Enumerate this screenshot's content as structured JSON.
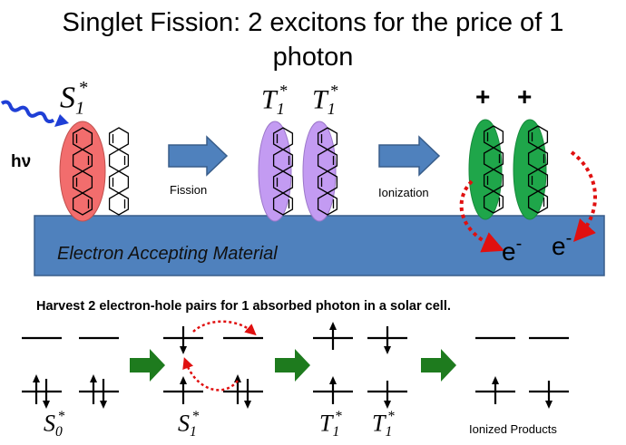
{
  "title_line1": "Singlet Fission:  2 excitons for the price of 1",
  "title_line2": "photon",
  "top": {
    "hv": "hν",
    "s1_letter": "S",
    "s1_sub": "1",
    "s1_sup": "*",
    "t1_letter": "T",
    "t1_sub": "1",
    "t1_sup": "*",
    "fission": "Fission",
    "ionization": "Ionization",
    "plus": "+",
    "electron": "e",
    "minus": "-",
    "electron_material": "Electron Accepting Material"
  },
  "caption": "Harvest 2 electron-hole pairs for 1 absorbed photon in a solar cell.",
  "bottom": {
    "s0_letter": "S",
    "s0_sub": "0",
    "star": "*",
    "s1_letter": "S",
    "s1_sub": "1",
    "t1_letter": "T",
    "t1_sub": "1",
    "ionized_products": "Ionized Products"
  },
  "colors": {
    "singlet_fill": "#f26d6d",
    "triplet_fill": "#c39bf2",
    "ionized_fill": "#1fa64a",
    "process_arrow": "#4f81bd",
    "energy_arrow": "#1e7b1e",
    "electron_path": "#e01010",
    "substrate": "#4f81bd"
  }
}
